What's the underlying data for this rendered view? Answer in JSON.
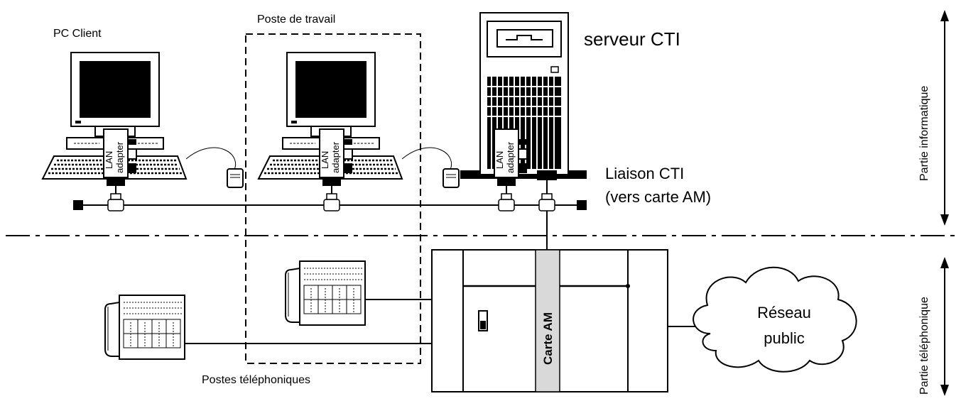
{
  "labels": {
    "pc_client": "PC Client",
    "poste_travail": "Poste de travail",
    "serveur_cti": "serveur CTI",
    "liaison_cti_1": "Liaison CTI",
    "liaison_cti_2": "(vers carte AM)",
    "partie_informatique": "Partie informatique",
    "partie_telephonique": "Partie téléphonique",
    "postes_telephoniques": "Postes téléphoniques",
    "carte_am": "Carte AM",
    "reseau_1": "Réseau",
    "reseau_2": "public",
    "lan_1": "LAN",
    "lan_2": "adapter"
  }
}
